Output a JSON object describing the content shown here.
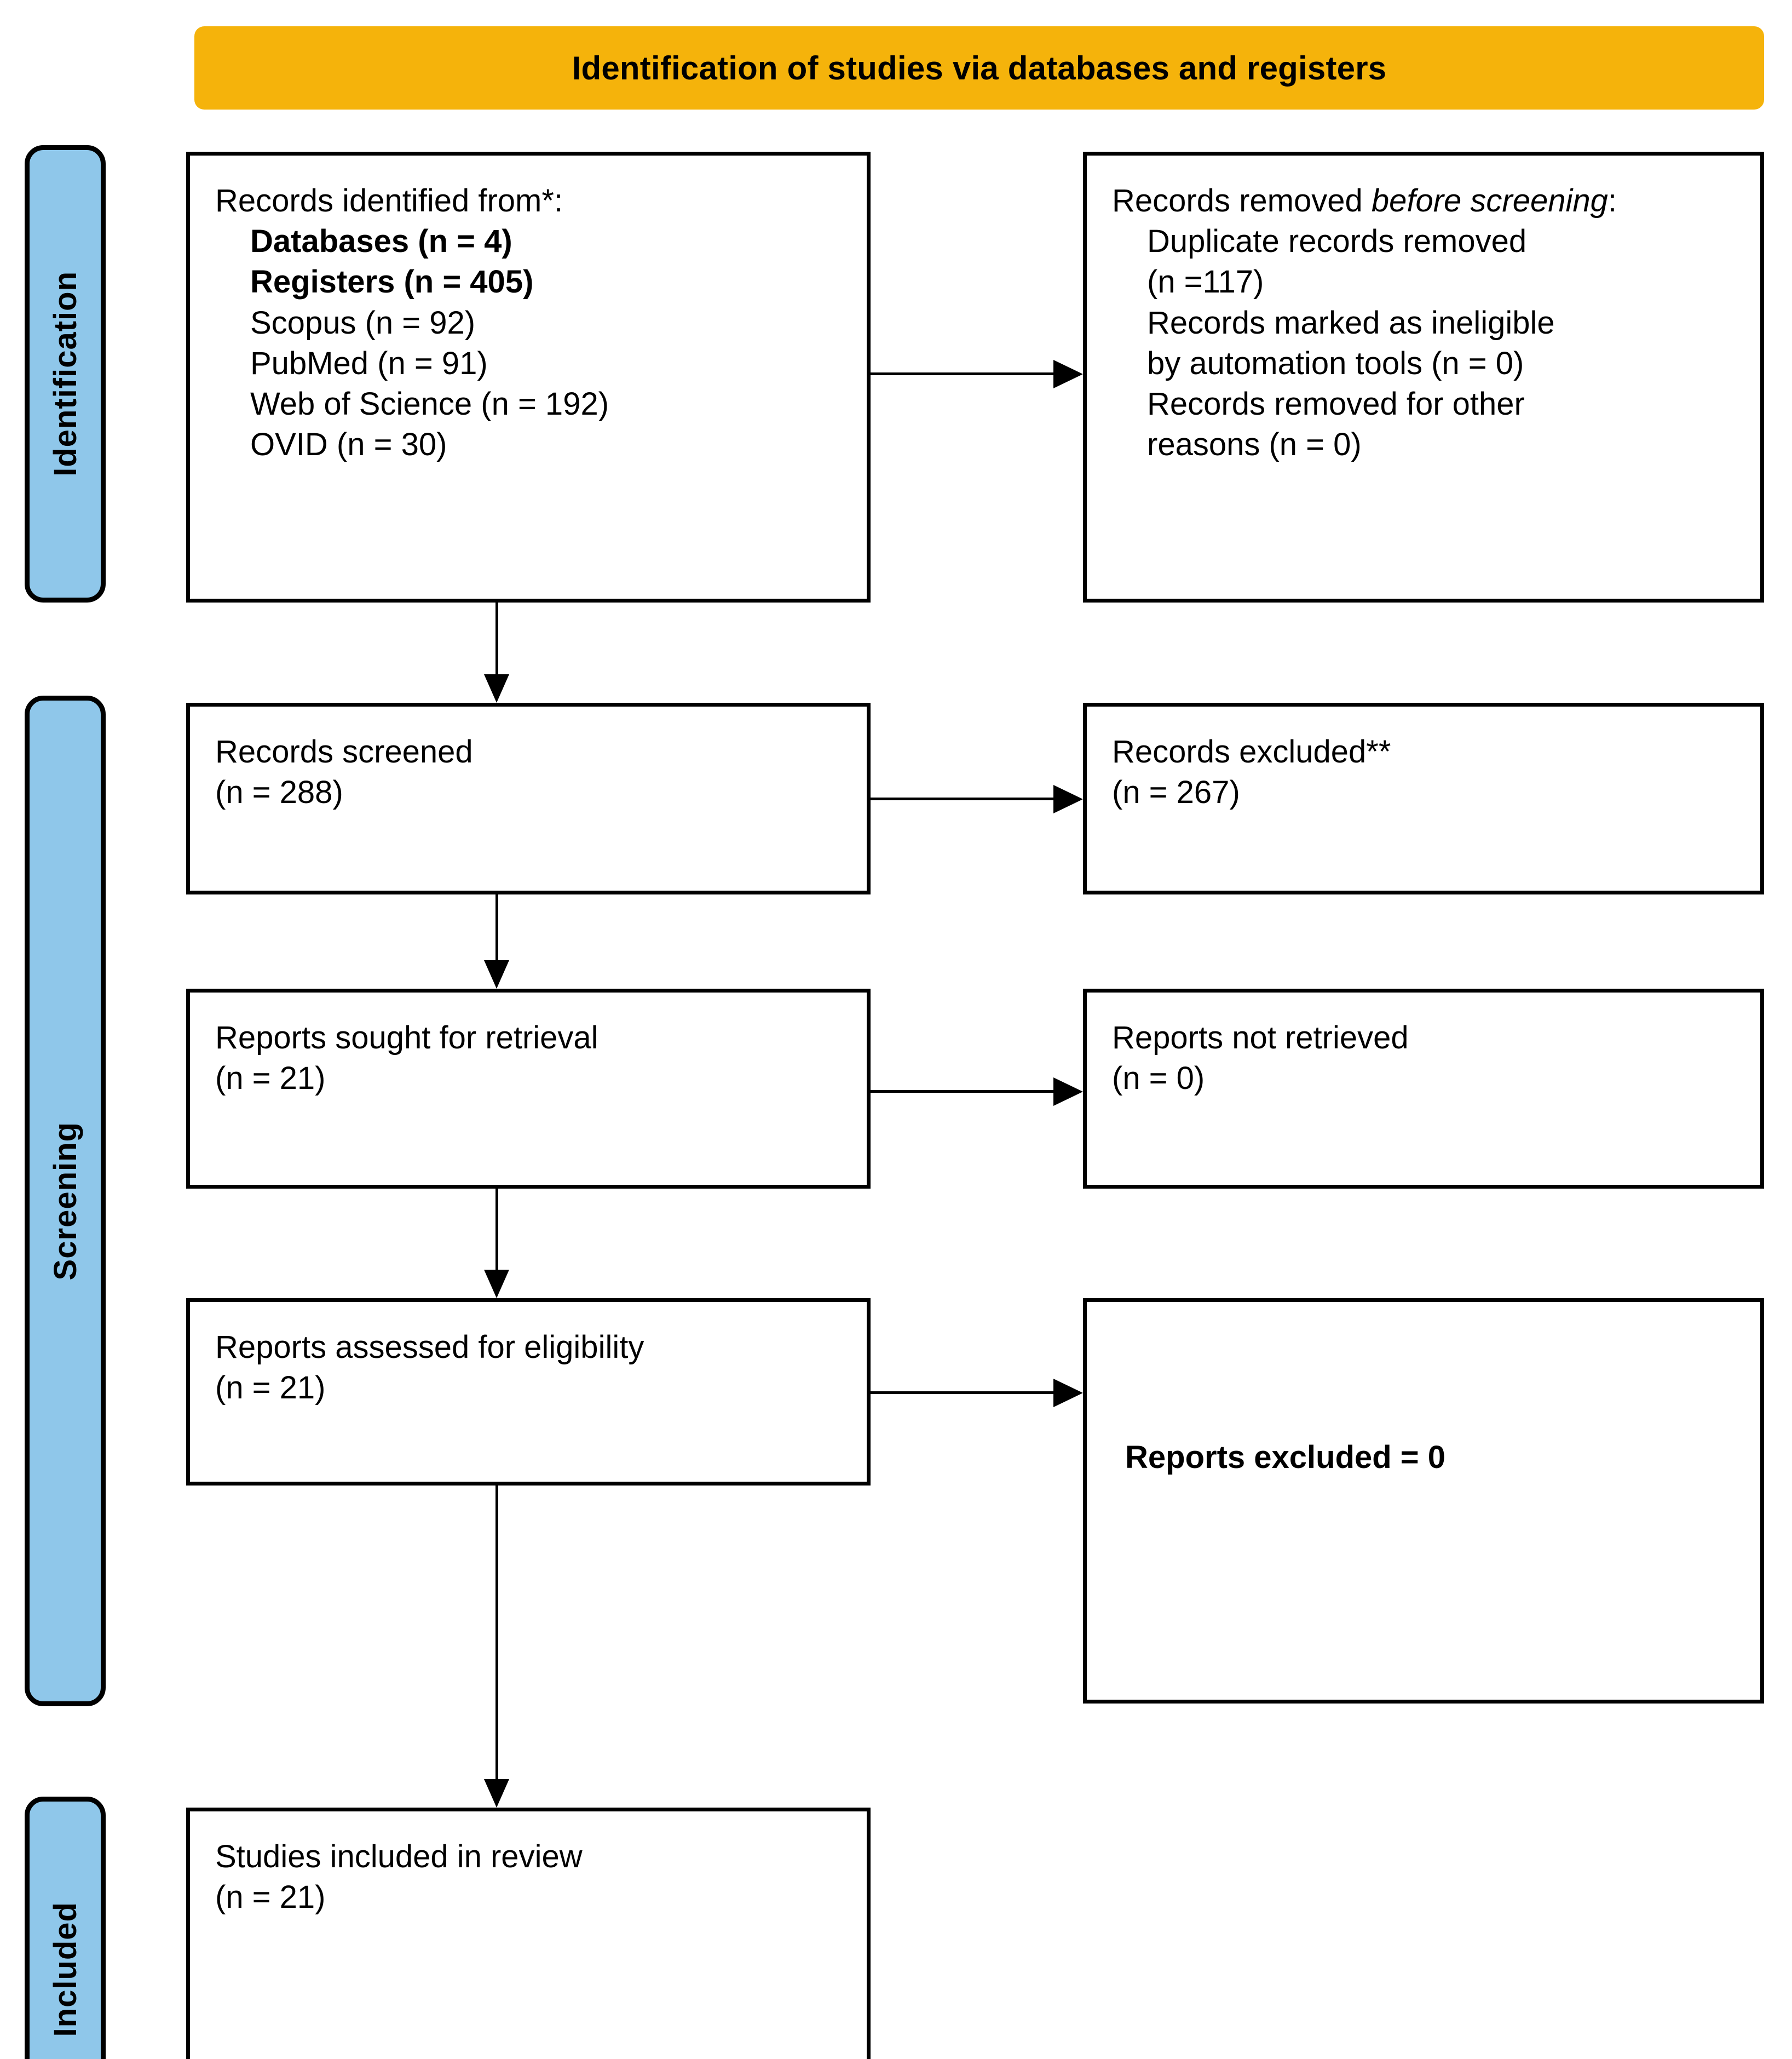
{
  "diagram": {
    "type": "prisma-flow-diagram",
    "banner_title": "Identification of studies via databases and registers",
    "colors": {
      "banner": "#F5B30B",
      "stage_sidebar": "#8FC7EA",
      "box_border": "#000000",
      "box_fill": "#FFFFFF",
      "text": "#000000"
    }
  },
  "stages": [
    {
      "id": "identification",
      "label": "Identification"
    },
    {
      "id": "screening",
      "label": "Screening"
    },
    {
      "id": "included",
      "label": "Included"
    }
  ],
  "boxes": {
    "identified": {
      "heading": "Records identified from*:",
      "bold_lines": [
        "Databases (n = 4)",
        "Registers (n = 405)"
      ],
      "lines": [
        "Scopus (n = 92)",
        "PubMed (n = 91)",
        "Web of Science (n = 192)",
        "OVID (n = 30)"
      ]
    },
    "removed": {
      "heading_prefix": "Records removed ",
      "heading_italic": "before screening",
      "heading_suffix": ":",
      "lines": [
        "Duplicate records removed",
        "(n =117)",
        "Records marked as ineligible",
        "by automation tools (n = 0)",
        "Records removed for other",
        "reasons (n = 0)"
      ]
    },
    "screened": {
      "label": "Records screened",
      "count": "(n = 288)"
    },
    "excluded": {
      "label": "Records excluded**",
      "count": "(n = 267)"
    },
    "sought": {
      "label": "Reports sought for retrieval",
      "count": "(n = 21)"
    },
    "not_retrieved": {
      "label": "Reports not retrieved",
      "count": "(n = 0)"
    },
    "assessed": {
      "label": "Reports assessed for eligibility",
      "count": "(n = 21)"
    },
    "reports_excluded": {
      "label": "Reports excluded = 0"
    },
    "included": {
      "label": "Studies included in review",
      "count": "(n = 21)"
    }
  },
  "counts": {
    "databases": 4,
    "registers": 405,
    "scopus": 92,
    "pubmed": 91,
    "web_of_science": 192,
    "ovid": 30,
    "duplicates_removed": 117,
    "ineligible_automation": 0,
    "removed_other": 0,
    "screened": 288,
    "excluded": 267,
    "sought_for_retrieval": 21,
    "not_retrieved": 0,
    "assessed_for_eligibility": 21,
    "reports_excluded": 0,
    "studies_included": 21
  }
}
